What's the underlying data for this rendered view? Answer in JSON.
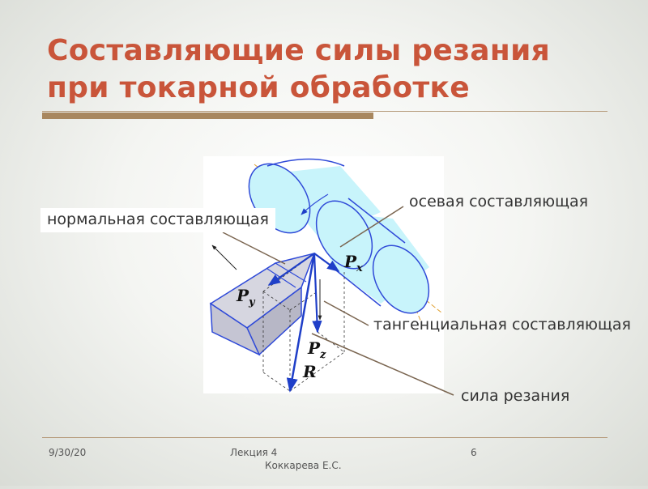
{
  "slide": {
    "title_line1": "Составляющие силы резания",
    "title_line2": "при токарной обработке"
  },
  "labels": {
    "axial": "осевая составляющая",
    "normal": "нормальная составляющая",
    "tangential": "тангенциальная составляющая",
    "cutting_force": "сила резания"
  },
  "symbols": {
    "px_main": "P",
    "px_sub": "x",
    "py_main": "P",
    "py_sub": "y",
    "pz_main": "P",
    "pz_sub": "z",
    "r": "R"
  },
  "footer": {
    "date": "9/30/20",
    "lecture": "Лекция 4",
    "author": "Коккарева Е.С.",
    "page": "6"
  },
  "colors": {
    "title": "#c9553a",
    "workpiece": "#c8f4fb",
    "workpiece_stroke": "#2f4ad8",
    "tool": "#c5c5d3",
    "force_arrow": "#1f3fc8",
    "leader": "#7a6550"
  }
}
